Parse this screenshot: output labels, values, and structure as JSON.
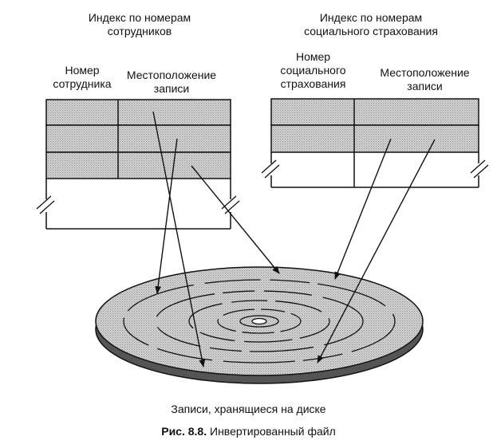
{
  "left_index": {
    "title": "Индекс по номерам\nсотрудников",
    "col1": "Номер\nсотрудника",
    "col2": "Местоположение\nзаписи"
  },
  "right_index": {
    "title": "Индекс по номерам\nсоциального страхования",
    "col1": "Номер\nсоциального\nстрахования",
    "col2": "Местоположение\nзаписи"
  },
  "disk_label": "Записи, хранящиеся на диске",
  "figure": {
    "number": "Рис. 8.8.",
    "title": "Инвертированный файл"
  },
  "colors": {
    "stipple": "#c9c9c9",
    "line": "#111111"
  }
}
